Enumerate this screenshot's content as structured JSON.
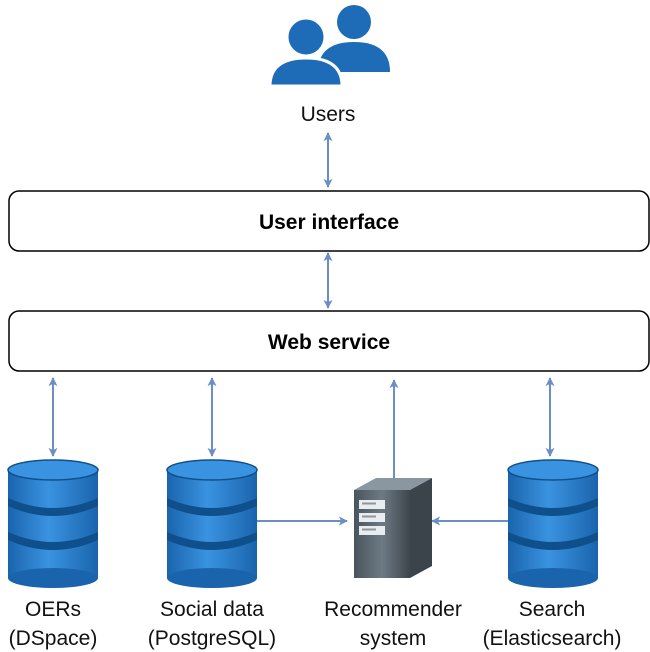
{
  "users": {
    "label": "Users",
    "icon": "users-icon"
  },
  "layers": {
    "user_interface": "User interface",
    "web_service": "Web service"
  },
  "components": [
    {
      "id": "oers",
      "line1": "OERs",
      "line2": "(DSpace)",
      "icon": "database-icon"
    },
    {
      "id": "social",
      "line1": "Social data",
      "line2": "(PostgreSQL)",
      "icon": "database-icon"
    },
    {
      "id": "recommender",
      "line1": "Recommender",
      "line2": "system",
      "icon": "server-icon"
    },
    {
      "id": "search",
      "line1": "Search",
      "line2": "(Elasticsearch)",
      "icon": "database-icon"
    }
  ],
  "colors": {
    "arrow": "#6b8ec4",
    "users_icon": "#1e6bb8",
    "db_main": "#2277c8",
    "db_band": "#0f4f8c",
    "server_body": "#5f6b75",
    "box_border": "#000000"
  }
}
